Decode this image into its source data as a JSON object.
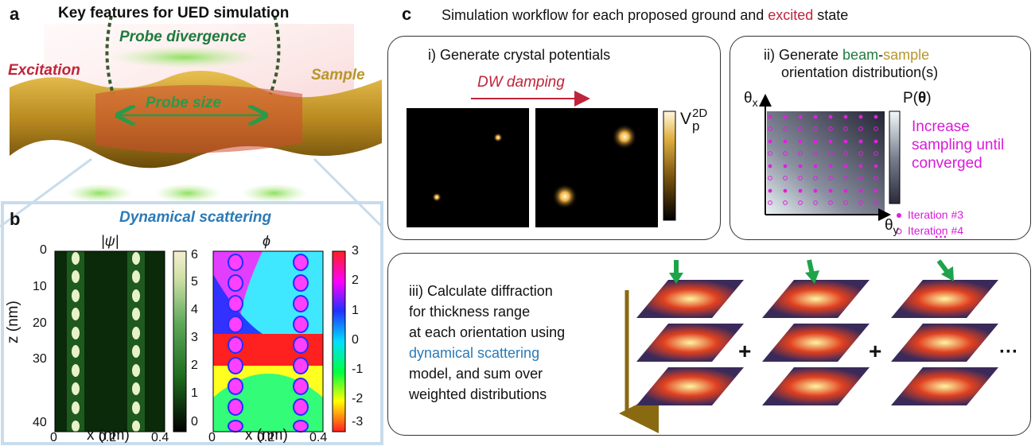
{
  "panel_a": {
    "letter": "a",
    "title": "Key features for UED simulation",
    "probe_divergence": "Probe divergence",
    "excitation": "Excitation",
    "sample": "Sample",
    "probe_size": "Probe size"
  },
  "panel_b": {
    "letter": "b",
    "title": "Dynamical scattering",
    "left_title": "|ψ|",
    "right_title": "ϕ",
    "ylabel": "z (nm)",
    "xlabel": "x (nm)",
    "yticks": [
      "0",
      "10",
      "20",
      "30",
      "40"
    ],
    "xticks": [
      "0",
      "0.2",
      "0.4"
    ],
    "cbar_left": [
      "6",
      "5",
      "4",
      "3",
      "2",
      "1",
      "0"
    ],
    "cbar_right": [
      "3",
      "2",
      "1",
      "0",
      "-1",
      "-2",
      "-3"
    ]
  },
  "panel_c": {
    "letter": "c",
    "title_pre": "Simulation workflow for each proposed ground and ",
    "title_excited": "excited",
    "title_post": " state",
    "box1_title": "i) Generate crystal potentials",
    "dw_damping": "DW damping",
    "cbar_v_main": "V",
    "cbar_v_sub": "p",
    "cbar_v_sup": "2D",
    "box2_line1_pre": "ii) Generate ",
    "box2_beam": "beam",
    "box2_dash": "-",
    "box2_sample": "sample",
    "box2_line2": "orientation distribution(s)",
    "theta_x": "θ",
    "theta_x_sub": "x",
    "theta_y": "θ",
    "theta_y_sub": "y",
    "p_theta_pre": "P(",
    "p_theta_bold": "θ",
    "p_theta_post": ")",
    "increase_1": "Increase",
    "increase_2": "sampling until",
    "increase_3": "converged",
    "legend_3": "Iteration #3",
    "legend_4": "Iteration #4",
    "legend_more": "···",
    "box3_line1": "iii) Calculate diffraction",
    "box3_line2": "for thickness range",
    "box3_line3": "at each orientation using",
    "box3_line4": "dynamical scattering",
    "box3_line5": "model, and sum over",
    "box3_line6": "weighted distributions",
    "plus": "+",
    "ellipsis": "···"
  },
  "colors": {
    "excited": "#c0243a",
    "green_text": "#1f7a3c",
    "gold_text": "#b8962a",
    "blue_text": "#2a7ab8",
    "magenta": "#d81bd8",
    "arrow_green": "#1fa34a",
    "arrow_brown": "#8a6a10"
  }
}
